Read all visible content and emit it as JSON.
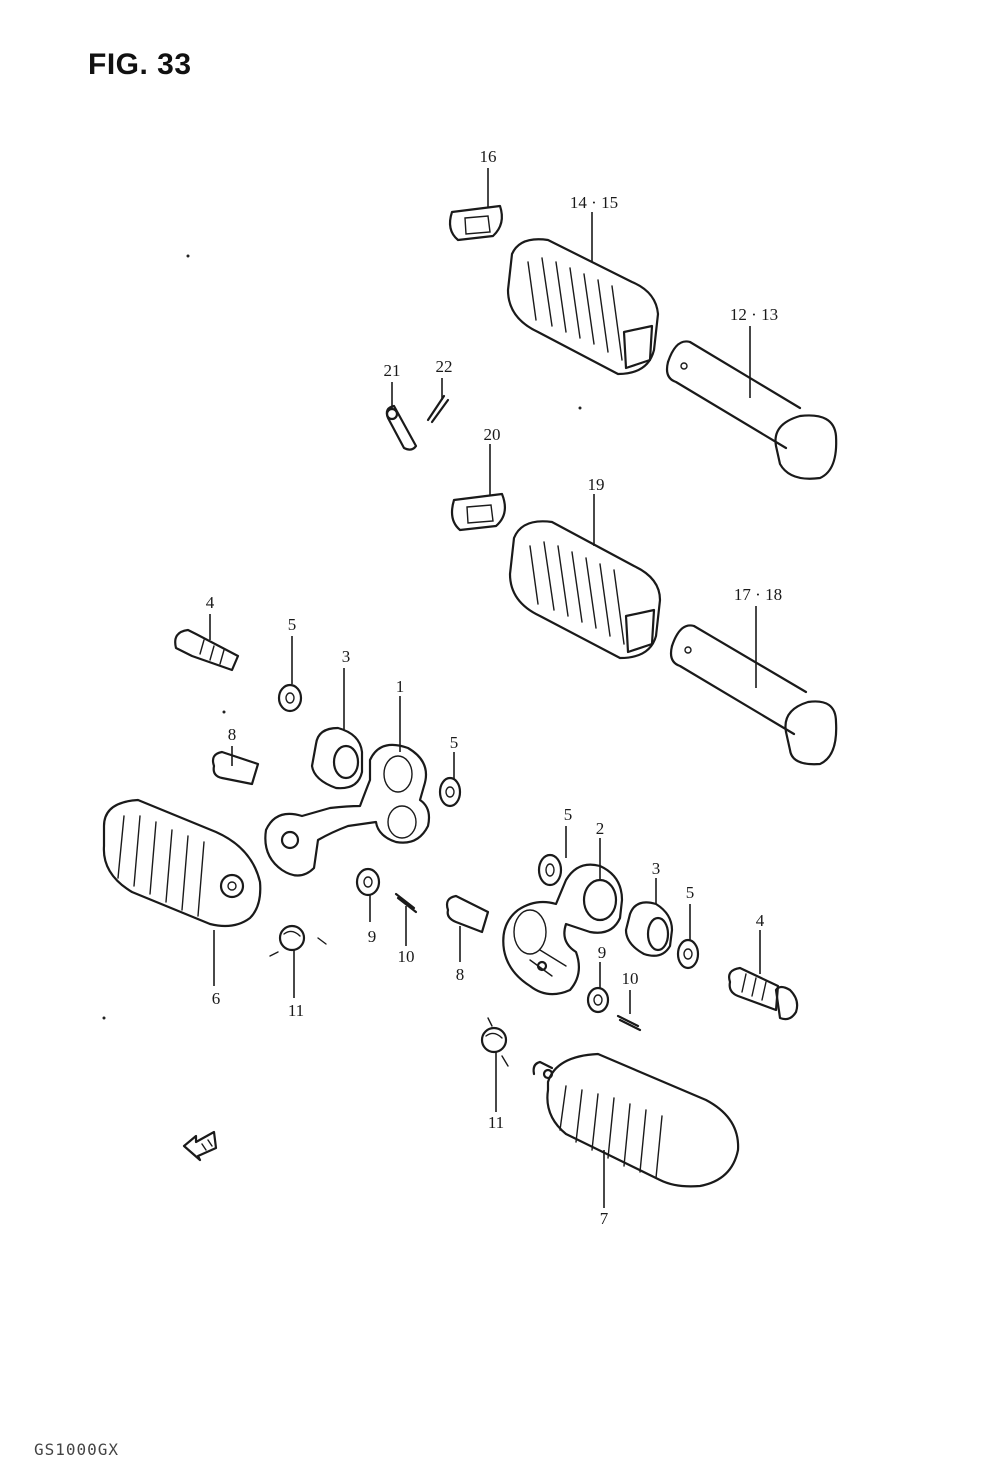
{
  "figure": {
    "title": "FIG. 33",
    "model_code": "GS1000GX"
  },
  "callouts": {
    "c1": "1",
    "c2": "2",
    "c3a": "3",
    "c3b": "3",
    "c4a": "4",
    "c4b": "4",
    "c5a": "5",
    "c5b": "5",
    "c5c": "5",
    "c5d": "5",
    "c6": "6",
    "c7": "7",
    "c8a": "8",
    "c8b": "8",
    "c9a": "9",
    "c9b": "9",
    "c10a": "10",
    "c10b": "10",
    "c11a": "11",
    "c11b": "11",
    "c12_13": "12 · 13",
    "c14_15": "14 · 15",
    "c16": "16",
    "c17_18": "17 · 18",
    "c19": "19",
    "c20": "20",
    "c21": "21",
    "c22": "22"
  },
  "icons": {
    "front_arrow": "front-direction-arrow-icon"
  }
}
